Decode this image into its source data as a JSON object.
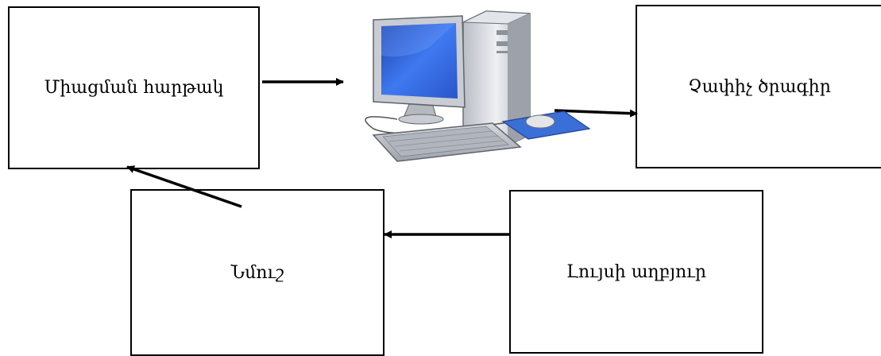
{
  "diagram": {
    "boxes": {
      "connection_device": "Միացման հարթակ",
      "measuring_device": "Չափիչ  ծրագիր",
      "sample": "Նմուշ",
      "light_source": "Լույսի աղբյուր"
    }
  },
  "colors": {
    "stroke": "#000000",
    "screen": "#2f62d6",
    "monitor_frame": "#c9ccd2",
    "mousepad": "#3a6fd8"
  },
  "icons": {
    "computer": "desktop-computer-icon"
  }
}
